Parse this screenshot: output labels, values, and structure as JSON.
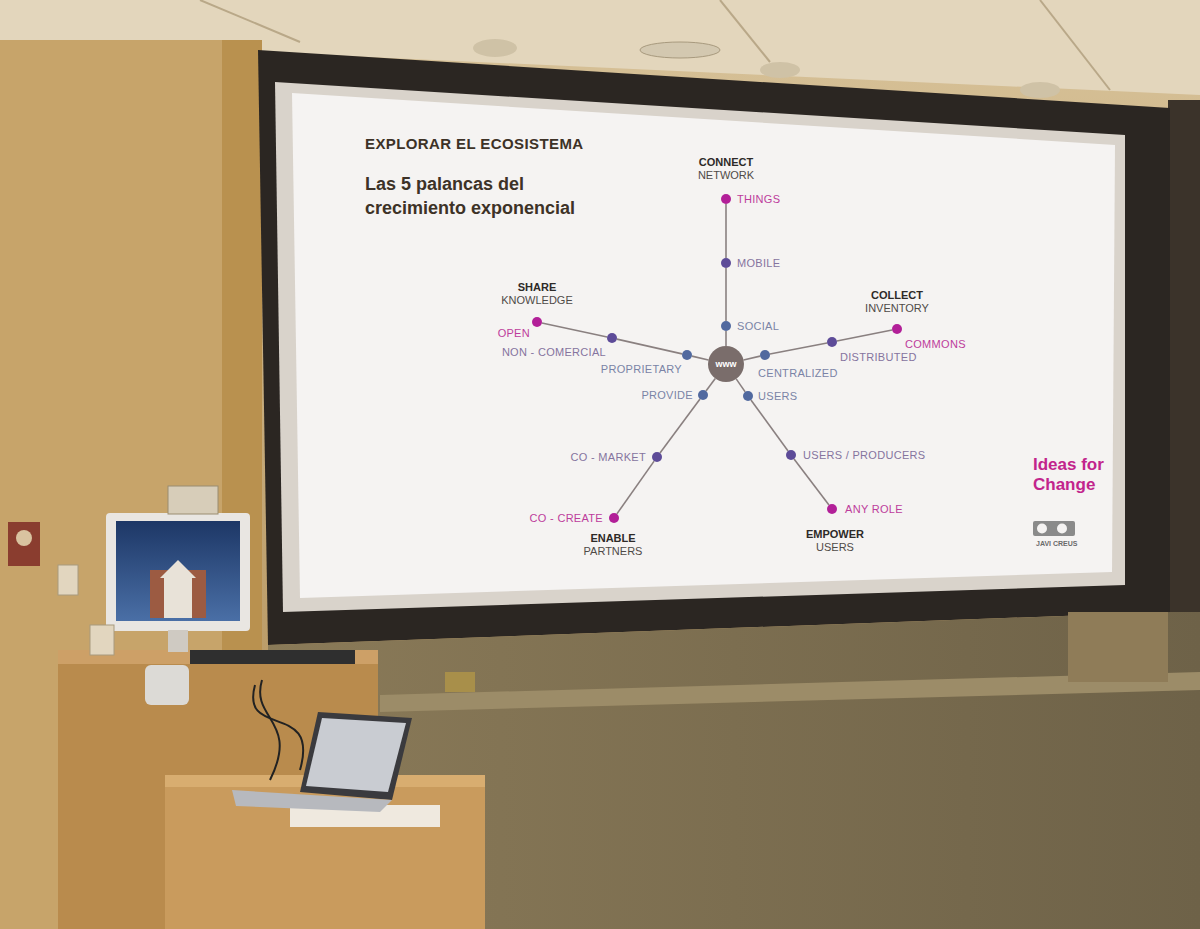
{
  "diagram": {
    "title": "EXPLORAR EL ECOSISTEMA",
    "nodes": [
      {
        "text": [
          "www"
        ]
      },
      {
        "text": [
          "SOCIAL"
        ]
      },
      {
        "text": [
          "MOBILE"
        ]
      },
      {
        "text": [
          "THINGS"
        ]
      },
      {
        "text": [
          "CENTRALIZED"
        ]
      },
      {
        "text": [
          "DISTRIBUTED"
        ]
      },
      {
        "text": [
          "COMMONS"
        ]
      },
      {
        "text": [
          "USERS"
        ]
      },
      {
        "text": [
          "USERS / PRODUCERS"
        ]
      },
      {
        "text": [
          "ANY ROLE"
        ]
      },
      {
        "text": [
          "PROVIDE"
        ]
      },
      {
        "text": [
          "CO - MARKET"
        ]
      },
      {
        "text": [
          "CO - CREATE"
        ]
      },
      {
        "text": [
          "PROPRIETARY"
        ]
      },
      {
        "text": [
          "NON - COMERCIAL"
        ]
      },
      {
        "text": [
          "OPEN"
        ]
      }
    ],
    "edges": [
      {
        "from": 0,
        "to": 1,
        "arrow": "none"
      },
      {
        "from": 1,
        "to": 2,
        "arrow": "none"
      },
      {
        "from": 2,
        "to": 3,
        "arrow": "none"
      },
      {
        "from": 0,
        "to": 4,
        "arrow": "none"
      },
      {
        "from": 4,
        "to": 5,
        "arrow": "none"
      },
      {
        "from": 5,
        "to": 6,
        "arrow": "none"
      },
      {
        "from": 0,
        "to": 7,
        "arrow": "none"
      },
      {
        "from": 7,
        "to": 8,
        "arrow": "none"
      },
      {
        "from": 8,
        "to": 9,
        "arrow": "none"
      },
      {
        "from": 0,
        "to": 10,
        "arrow": "none"
      },
      {
        "from": 10,
        "to": 11,
        "arrow": "none"
      },
      {
        "from": 11,
        "to": 12,
        "arrow": "none"
      },
      {
        "from": 0,
        "to": 13,
        "arrow": "none"
      },
      {
        "from": 13,
        "to": 14,
        "arrow": "none"
      },
      {
        "from": 14,
        "to": 15,
        "arrow": "none"
      }
    ],
    "labels": [
      "Las 5 palancas del crecimiento exponencial",
      "CONNECT",
      "NETWORK",
      "COLLECT",
      "INVENTORY",
      "EMPOWER",
      "USERS",
      "ENABLE",
      "PARTNERS",
      "SHARE",
      "KNOWLEDGE",
      "Ideas for Change",
      "JAVI CREUS"
    ]
  }
}
